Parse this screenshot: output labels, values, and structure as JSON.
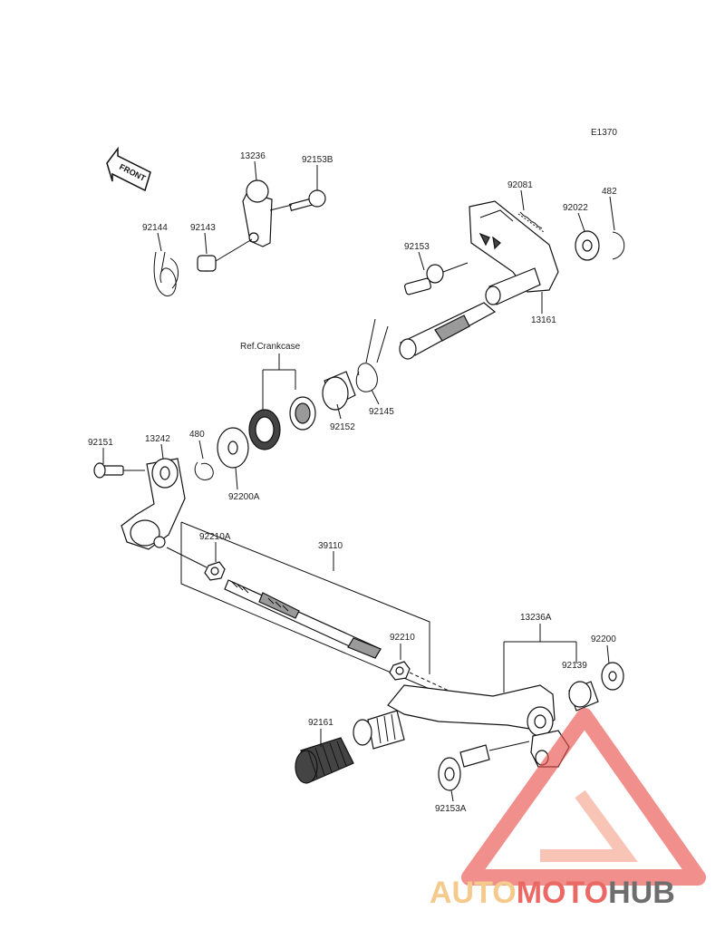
{
  "diagram": {
    "code": "E1370",
    "front_arrow_label": "FRONT",
    "ref_label": "Ref.Crankcase",
    "parts": {
      "p13236": "13236",
      "p92153B": "92153B",
      "p92144": "92144",
      "p92143": "92143",
      "p92081": "92081",
      "p92022": "92022",
      "p482": "482",
      "p92153": "92153",
      "p13161": "13161",
      "p92152": "92152",
      "p92145": "92145",
      "p92151": "92151",
      "p13242": "13242",
      "p480": "480",
      "p92200A": "92200A",
      "p92210A": "92210A",
      "p39110": "39110",
      "p92210": "92210",
      "p13236A": "13236A",
      "p92200": "92200",
      "p92139": "92139",
      "p92161": "92161",
      "p92153A": "92153A"
    }
  },
  "watermark": {
    "part1": "AUTO",
    "part2": "MOTO",
    "part3": "HUB",
    "color_light": "#f4c27a",
    "color_red": "#e8504a",
    "color_gray": "#555555"
  }
}
